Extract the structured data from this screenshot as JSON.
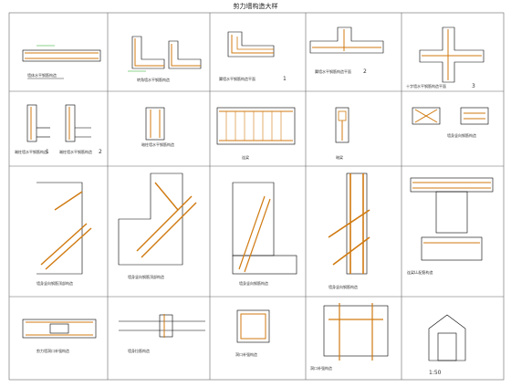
{
  "sheet": {
    "title": "剪力墙构造大样"
  },
  "panels": [
    {
      "id": "p1",
      "caption": "墙体水平钢筋构造",
      "index": ""
    },
    {
      "id": "p2",
      "caption": "转角墙水平钢筋构造",
      "index": ""
    },
    {
      "id": "p3",
      "caption": "翼墙水平钢筋构造平面",
      "index": "1"
    },
    {
      "id": "p4",
      "caption": "翼墙水平钢筋构造平面",
      "index": "2"
    },
    {
      "id": "p5",
      "caption": "十字墙水平钢筋构造平面",
      "index": "3"
    },
    {
      "id": "p6",
      "caption": "端柱墙水平钢筋构造",
      "index": "1"
    },
    {
      "id": "p6b",
      "caption": "端柱墙水平钢筋构造",
      "index": "2"
    },
    {
      "id": "p7",
      "caption": "暗柱墙水平钢筋构造",
      "index": ""
    },
    {
      "id": "p8",
      "caption": "连梁",
      "index": ""
    },
    {
      "id": "p9",
      "caption": "暗梁",
      "index": ""
    },
    {
      "id": "p10",
      "caption": "墙身竖向钢筋构造",
      "index": ""
    },
    {
      "id": "p11",
      "caption": "墙身竖向钢筋顶部构造",
      "index": ""
    },
    {
      "id": "p12",
      "caption": "墙身竖向钢筋顶部构造",
      "index": ""
    },
    {
      "id": "p13",
      "caption": "墙身竖向钢筋构造",
      "index": ""
    },
    {
      "id": "p14",
      "caption": "墙身竖向钢筋构造",
      "index": ""
    },
    {
      "id": "p15",
      "caption": "连梁LL配筋构造",
      "index": ""
    },
    {
      "id": "p16",
      "caption": "剪力墙洞口补强构造",
      "index": ""
    },
    {
      "id": "p17",
      "caption": "墙身拉筋构造",
      "index": ""
    },
    {
      "id": "p18",
      "caption": "洞口补强构造",
      "index": ""
    },
    {
      "id": "p19",
      "caption": "洞口补强构造",
      "index": ""
    },
    {
      "id": "p20",
      "caption": "",
      "index": ""
    }
  ],
  "note_scale": "1:50",
  "colors": {
    "rebar": "#d07a10",
    "dim": "#1aa81a",
    "line": "#000000",
    "frame": "#555555"
  }
}
